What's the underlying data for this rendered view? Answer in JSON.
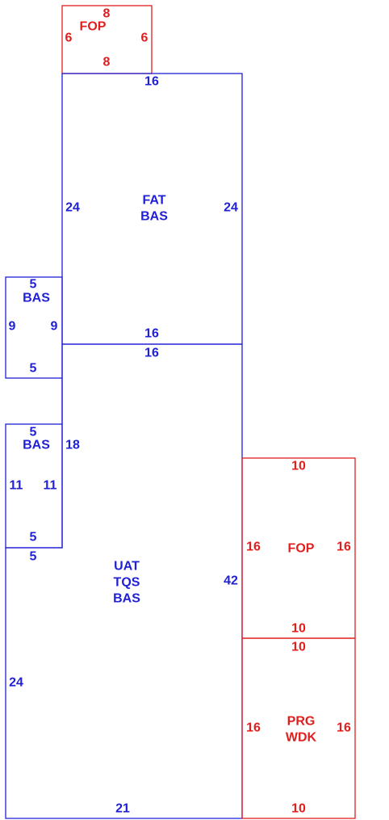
{
  "colors": {
    "living": "#1f1fd6",
    "outdoor": "#e01e1e",
    "background": "#ffffff"
  },
  "areas": {
    "fop_top": {
      "lines": [
        "FOP"
      ],
      "dims": {
        "top": "8",
        "bottom": "8",
        "left": "6",
        "right": "6"
      }
    },
    "fat_bas": {
      "lines": [
        "FAT",
        "BAS"
      ],
      "dims": {
        "top": "16",
        "bottom": "16",
        "left": "24",
        "right": "24"
      }
    },
    "bas_upper": {
      "lines": [
        "BAS"
      ],
      "dims": {
        "top": "5",
        "bottom": "5",
        "left": "9",
        "right": "9"
      }
    },
    "bas_lower": {
      "lines": [
        "BAS"
      ],
      "dims": {
        "top": "5",
        "bottom": "5",
        "left": "11",
        "right": "11",
        "right_outer": "18"
      }
    },
    "uat_tqs_bas": {
      "lines": [
        "UAT",
        "TQS",
        "BAS"
      ],
      "dims": {
        "top": "16",
        "top_offset": "5",
        "left": "24",
        "right": "42",
        "bottom": "21"
      }
    },
    "fop_right": {
      "lines": [
        "FOP"
      ],
      "dims": {
        "top": "10",
        "bottom": "10",
        "left": "16",
        "right": "16"
      }
    },
    "prg_wdk": {
      "lines": [
        "PRG",
        "WDK"
      ],
      "dims": {
        "top": "10",
        "bottom": "10",
        "left": "16",
        "right": "16"
      }
    }
  }
}
